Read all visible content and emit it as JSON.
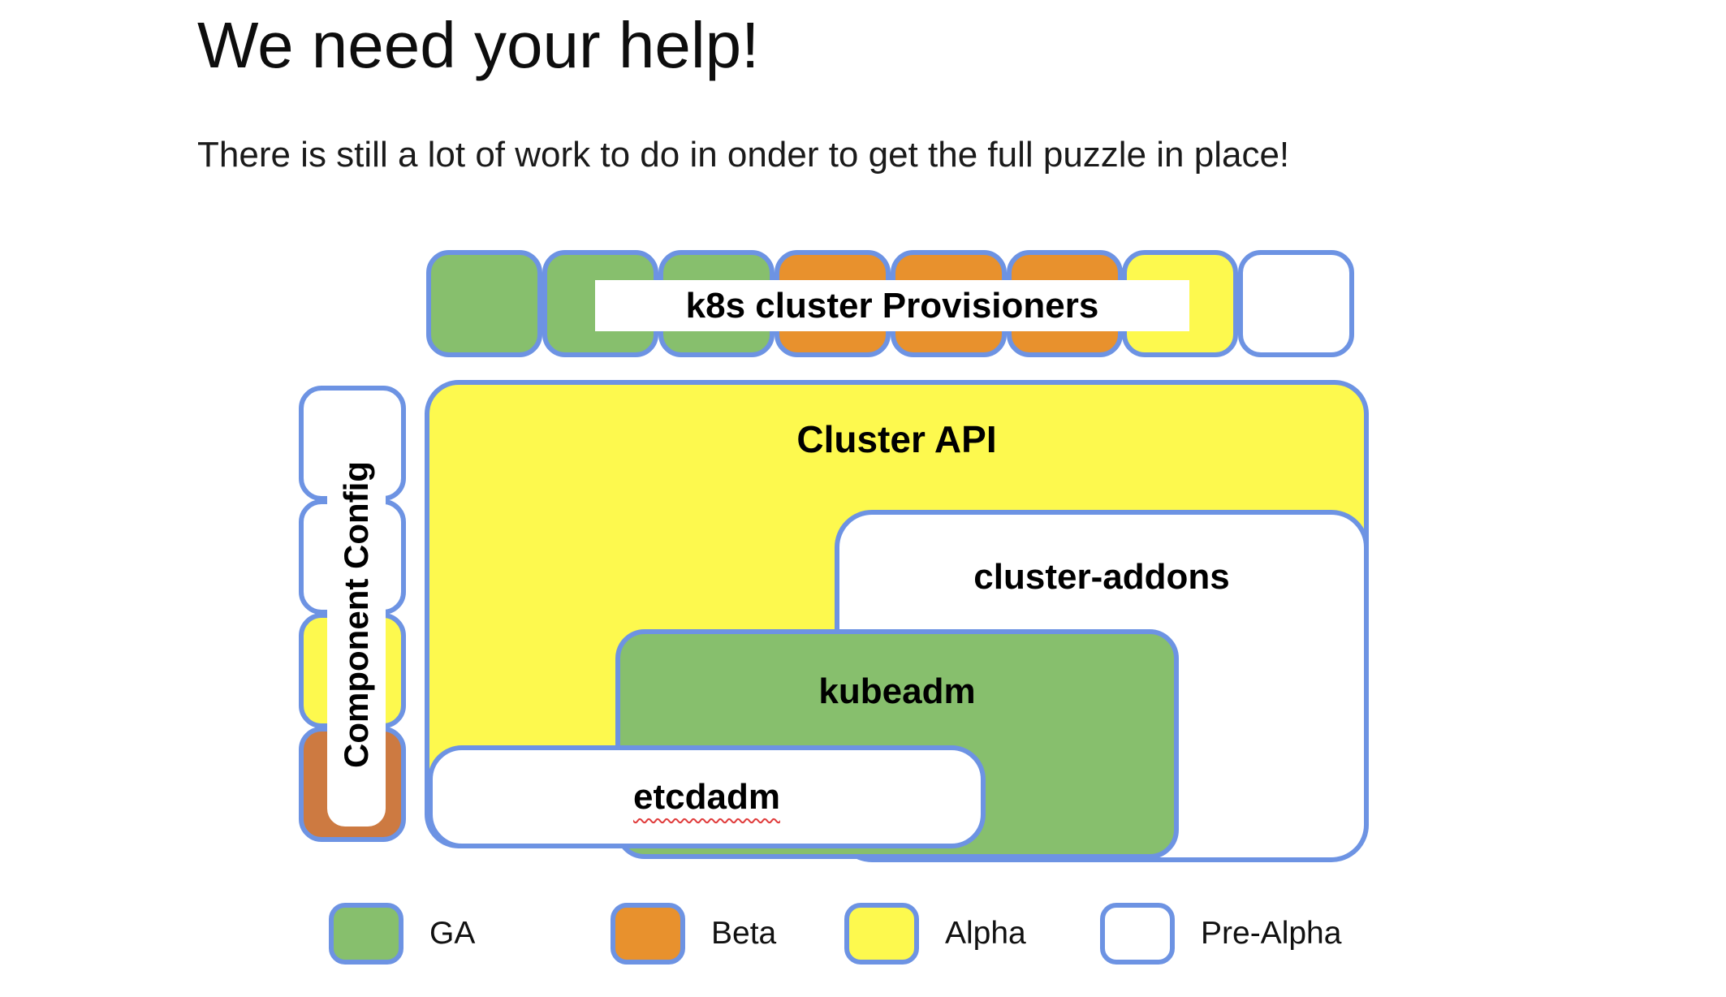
{
  "title": "We need your help!",
  "subtitle": "There is still a lot of work to do in onder to get the full puzzle in place!",
  "colors": {
    "border_blue": "#6d93e3",
    "ga_green": "#87bf6d",
    "beta_orange": "#e8912d",
    "beta_orange_dark": "#cd7a41",
    "alpha_yellow": "#fdf94e",
    "pre_alpha_white": "#ffffff",
    "misspell_red": "#e03b3b"
  },
  "provisioners_row": {
    "label": "k8s cluster Provisioners",
    "pieces": [
      {
        "status": "GA",
        "color": "#87bf6d"
      },
      {
        "status": "GA",
        "color": "#87bf6d"
      },
      {
        "status": "GA",
        "color": "#87bf6d"
      },
      {
        "status": "Beta",
        "color": "#e8912d"
      },
      {
        "status": "Beta",
        "color": "#e8912d"
      },
      {
        "status": "Beta",
        "color": "#e8912d"
      },
      {
        "status": "Alpha",
        "color": "#fdf94e"
      },
      {
        "status": "Pre-Alpha",
        "color": "#ffffff"
      }
    ]
  },
  "component_config": {
    "label": "Component Config",
    "pieces": [
      {
        "status": "Pre-Alpha",
        "color": "#ffffff"
      },
      {
        "status": "Pre-Alpha",
        "color": "#ffffff"
      },
      {
        "status": "Alpha",
        "color": "#fdf94e"
      },
      {
        "status": "Beta",
        "color": "#cd7a41"
      }
    ]
  },
  "boxes": {
    "cluster_api": {
      "label": "Cluster API",
      "status": "Alpha",
      "color": "#fdf94e"
    },
    "cluster_addons": {
      "label": "cluster-addons",
      "status": "Pre-Alpha",
      "color": "#ffffff"
    },
    "kubeadm": {
      "label": "kubeadm",
      "status": "GA",
      "color": "#87bf6d"
    },
    "etcdadm": {
      "label": "etcdadm",
      "status": "Pre-Alpha",
      "color": "#ffffff",
      "spellcheck_underline": true
    }
  },
  "legend": {
    "items": [
      {
        "label": "GA",
        "color": "#87bf6d"
      },
      {
        "label": "Beta",
        "color": "#e8912d"
      },
      {
        "label": "Alpha",
        "color": "#fdf94e"
      },
      {
        "label": "Pre-Alpha",
        "color": "#ffffff"
      }
    ]
  }
}
